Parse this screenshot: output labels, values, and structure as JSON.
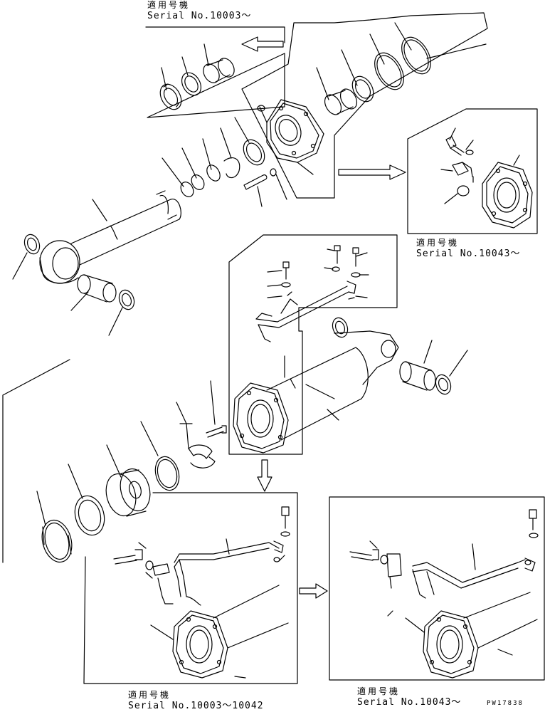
{
  "notes": [
    {
      "id": "note-a",
      "title": "適用号機",
      "serial": "Serial No.10003〜"
    },
    {
      "id": "note-b",
      "title": "適用号機",
      "serial": "Serial No.10043〜"
    },
    {
      "id": "note-c",
      "title": "適用号機",
      "serial": "Serial No.10003〜10042"
    },
    {
      "id": "note-d",
      "title": "適用号機",
      "serial": "Serial No.10043〜"
    }
  ],
  "drawing_code": "PW17838",
  "arrows": [
    {
      "name": "arrow-left-icon",
      "direction": "left"
    },
    {
      "name": "arrow-right-icon",
      "direction": "right"
    },
    {
      "name": "arrow-down-icon",
      "direction": "down"
    },
    {
      "name": "arrow-right-icon-lower",
      "direction": "right"
    }
  ]
}
